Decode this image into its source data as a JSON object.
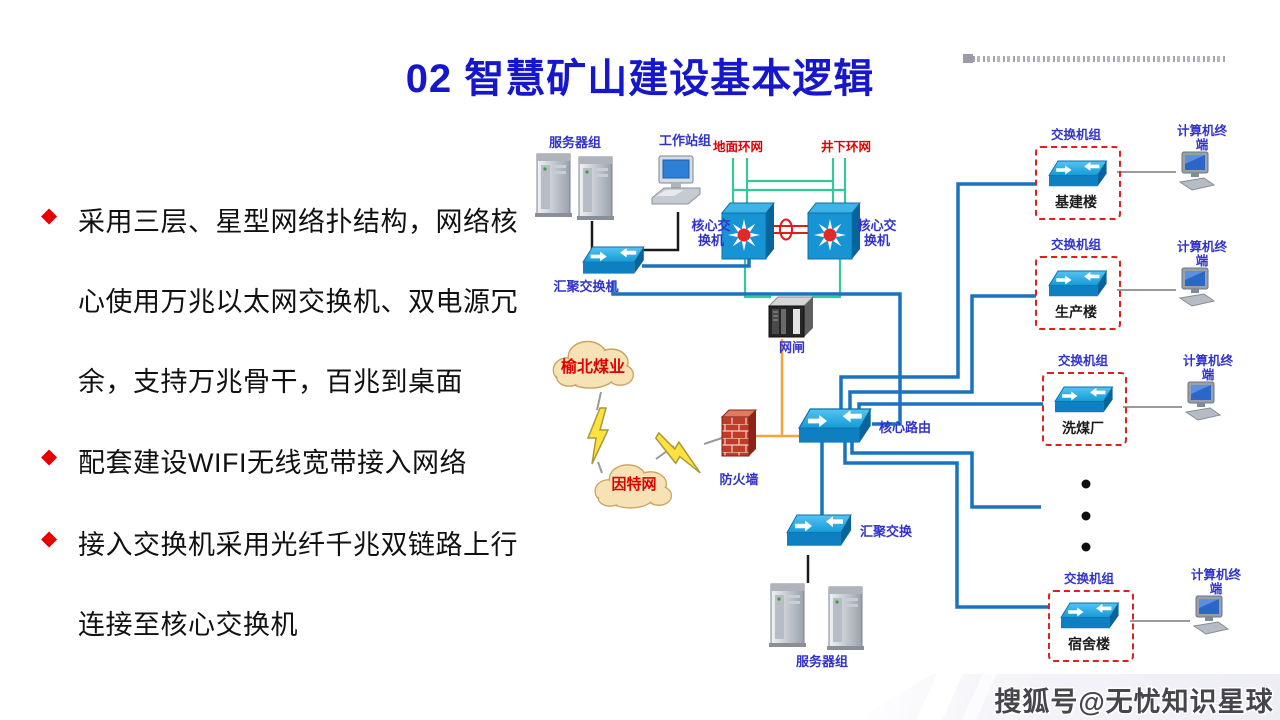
{
  "slide": {
    "title": "02 智慧矿山建设基本逻辑",
    "watermark": "搜狐号@无忧知识星球"
  },
  "bullets": [
    {
      "marker": "◆",
      "lines": [
        "采用三层、星型网络扑结构，网络核",
        "心使用万兆以太网交换机、双电源冗",
        "余，支持万兆骨干，百兆到桌面"
      ]
    },
    {
      "marker": "◆",
      "lines": [
        "配套建设WIFI无线宽带接入网络"
      ]
    },
    {
      "marker": "◆",
      "lines": [
        "接入交换机采用光纤千兆双链路上行",
        "连接至核心交换机"
      ]
    }
  ],
  "diagram": {
    "server_group_top": "服务器组",
    "workstation_group": "工作站组",
    "ground_ring": "地面环网",
    "underground_ring": "井下环网",
    "core_switch_left": "核心交换机",
    "core_switch_right": "核心交换机",
    "aggregation_switch_top": "汇聚交换机",
    "network_gap": "网闸",
    "yubei_cloud": "榆北煤业",
    "internet_cloud": "因特网",
    "firewall": "防火墙",
    "core_router": "核心路由",
    "aggregation_switch_bottom": "汇聚交换",
    "server_group_bottom": "服务器组",
    "ellipsis": "⋮",
    "groups": [
      {
        "group_label": "交换机组",
        "name": "基建楼",
        "terminal_label": "计算机终端"
      },
      {
        "group_label": "交换机组",
        "name": "生产楼",
        "terminal_label": "计算机终端"
      },
      {
        "group_label": "交换机组",
        "name": "洗煤厂",
        "terminal_label": "计算机终端"
      },
      {
        "group_label": "交换机组",
        "name": "宿舍楼",
        "terminal_label": "计算机终端"
      }
    ]
  },
  "colors": {
    "title_blue": "#1616cb",
    "label_blue": "#3232cf",
    "ring_label_red": "#e00000",
    "bullet_red": "#e80000",
    "line_green": "#35c99a",
    "line_blue": "#1a72c0",
    "line_orange": "#f5a33a",
    "line_red": "#e21a1a",
    "dashed_box_red": "#e02020"
  }
}
